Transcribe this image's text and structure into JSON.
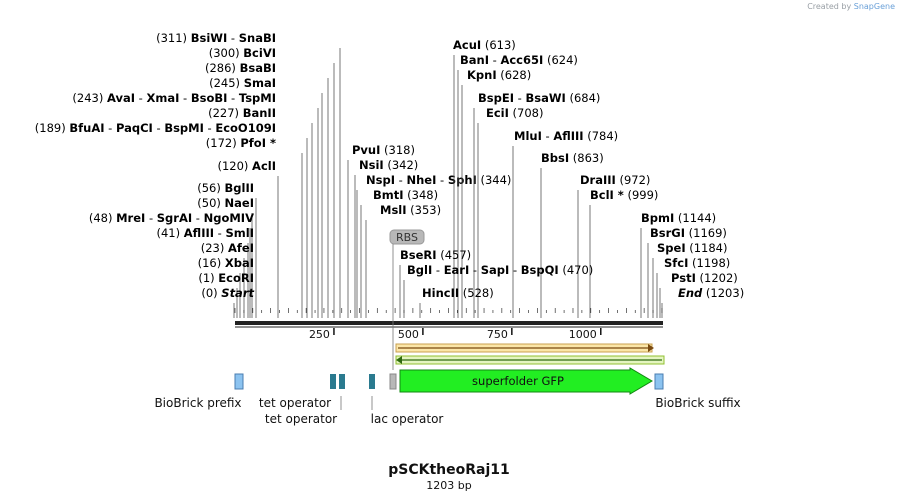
{
  "watermark": {
    "prefix": "Created by",
    "brand": "SnapGene"
  },
  "plasmid": {
    "name": "pSCKtheoRaj11",
    "length_label": "1203 bp",
    "length": 1203
  },
  "ruler": {
    "ticks": [
      250,
      500,
      750,
      1000
    ]
  },
  "sites": [
    {
      "pos": "(311)",
      "enz": [
        "BsiWI",
        "SnaBI"
      ],
      "mark": 0
    },
    {
      "pos": "(300)",
      "enz": [
        "BciVI"
      ],
      "mark": 0
    },
    {
      "pos": "(286)",
      "enz": [
        "BsaBI"
      ],
      "mark": 0
    },
    {
      "pos": "(245)",
      "enz": [
        "SmaI"
      ],
      "mark": 0
    },
    {
      "pos": "(243)",
      "enz": [
        "AvaI",
        "XmaI",
        "BsoBI",
        "TspMI"
      ],
      "mark": 0
    },
    {
      "pos": "(227)",
      "enz": [
        "BanII"
      ],
      "mark": 0
    },
    {
      "pos": "(189)",
      "enz": [
        "BfuAI",
        "PaqCI",
        "BspMI",
        "EcoO109I"
      ],
      "mark": 0
    },
    {
      "pos": "(172)",
      "enz": [
        "PfoI *"
      ],
      "mark": 0
    },
    {
      "pos": "(120)",
      "enz": [
        "AclI"
      ],
      "mark": 0
    },
    {
      "pos": "(56)",
      "enz": [
        "BglII"
      ],
      "mark": 0
    },
    {
      "pos": "(50)",
      "enz": [
        "NaeI"
      ],
      "mark": 0
    },
    {
      "pos": "(48)",
      "enz": [
        "MreI",
        "SgrAI",
        "NgoMIV"
      ],
      "mark": 0
    },
    {
      "pos": "(41)",
      "enz": [
        "AflIII",
        "SmlI"
      ],
      "mark": 0
    },
    {
      "pos": "(23)",
      "enz": [
        "AfeI"
      ],
      "mark": 0
    },
    {
      "pos": "(16)",
      "enz": [
        "XbaI"
      ],
      "mark": 0
    },
    {
      "pos": "(1)",
      "enz": [
        "EcoRI"
      ],
      "mark": 0
    },
    {
      "pos": "(0)",
      "enz": [
        "Start"
      ],
      "mark": 1
    },
    {
      "pos": "(318)",
      "enz": [
        "PvuI"
      ],
      "mark": 0
    },
    {
      "pos": "(342)",
      "enz": [
        "NsiI"
      ],
      "mark": 0
    },
    {
      "pos": "(344)",
      "enz": [
        "NspI",
        "NheI",
        "SphI"
      ],
      "mark": 0
    },
    {
      "pos": "(348)",
      "enz": [
        "BmtI"
      ],
      "mark": 0
    },
    {
      "pos": "(353)",
      "enz": [
        "MslI"
      ],
      "mark": 0
    },
    {
      "pos": "(613)",
      "enz": [
        "AcuI"
      ],
      "mark": 0
    },
    {
      "pos": "(624)",
      "enz": [
        "BanI",
        "Acc65I"
      ],
      "mark": 0
    },
    {
      "pos": "(628)",
      "enz": [
        "KpnI"
      ],
      "mark": 0
    },
    {
      "pos": "(684)",
      "enz": [
        "BspEI",
        "BsaWI"
      ],
      "mark": 0
    },
    {
      "pos": "(708)",
      "enz": [
        "EciI"
      ],
      "mark": 0
    },
    {
      "pos": "(784)",
      "enz": [
        "MluI",
        "AflIII"
      ],
      "mark": 0
    },
    {
      "pos": "(863)",
      "enz": [
        "BbsI"
      ],
      "mark": 0
    },
    {
      "pos": "(972)",
      "enz": [
        "DraIII"
      ],
      "mark": 0
    },
    {
      "pos": "(999)",
      "enz": [
        "BclI *"
      ],
      "mark": 0
    },
    {
      "pos": "(457)",
      "enz": [
        "BseRI"
      ],
      "mark": 0
    },
    {
      "pos": "(470)",
      "enz": [
        "BglI",
        "EarI",
        "SapI",
        "BspQI"
      ],
      "mark": 0
    },
    {
      "pos": "(528)",
      "enz": [
        "HincII"
      ],
      "mark": 0
    },
    {
      "pos": "(1144)",
      "enz": [
        "BpmI"
      ],
      "mark": 0
    },
    {
      "pos": "(1169)",
      "enz": [
        "BsrGI"
      ],
      "mark": 0
    },
    {
      "pos": "(1184)",
      "enz": [
        "SpeI"
      ],
      "mark": 0
    },
    {
      "pos": "(1198)",
      "enz": [
        "SfcI"
      ],
      "mark": 0
    },
    {
      "pos": "(1202)",
      "enz": [
        "PstI"
      ],
      "mark": 0
    },
    {
      "pos": "(1203)",
      "enz": [
        "End"
      ],
      "mark": 1
    }
  ],
  "features": {
    "rbs": "RBS",
    "gfp": "superfolder GFP",
    "labels": [
      "BioBrick prefix",
      "tet operator",
      "tet operator",
      "lac operator",
      "BioBrick suffix"
    ]
  },
  "colors": {
    "backbone": "#222222",
    "gfp": "#22ee22",
    "biobrick": "#8cc3f0",
    "operator": "#2a7a8f",
    "rbs": "#b8b8b8",
    "primer_fwd": "#c8a050",
    "primer_rev": "#90c030"
  }
}
